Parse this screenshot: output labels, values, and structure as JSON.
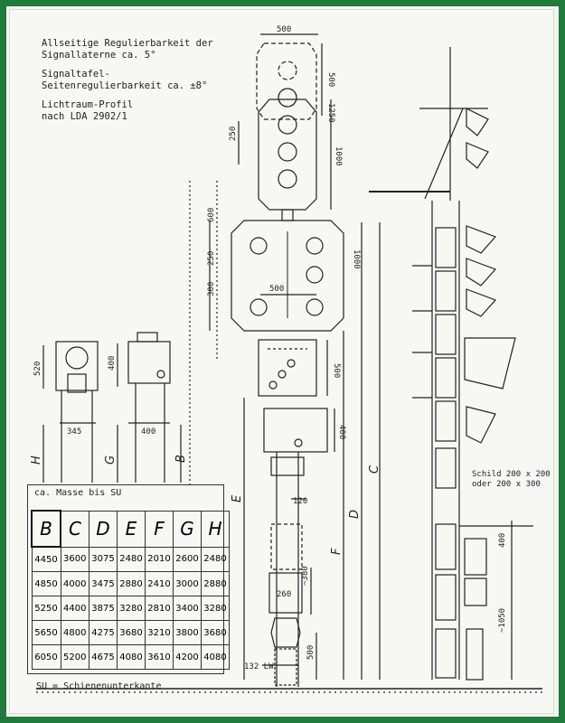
{
  "notes": {
    "line1": "Allseitige Regulierbarkeit der",
    "line2": "Signallaterne ca. 5°",
    "line3": "Signaltafel-",
    "line4": "Seitenregulierbarkeit ca. ±8°",
    "line5": "Lichtraum-Profil",
    "line6": "nach LDA 2902/1"
  },
  "dims": {
    "d500_top": "500",
    "d500_v": "500",
    "d1250": "1250",
    "d250_a": "250",
    "d1000_a": "1000",
    "d600": "600",
    "d250_b": "250",
    "d300": "300",
    "d500_b": "500",
    "d1000_b": "1000",
    "d500_c": "500",
    "d400_a": "400",
    "d520": "520",
    "d400_b": "400",
    "d345": "345",
    "d400_c": "400",
    "d120": "120",
    "d260": "260",
    "d380": "~380",
    "d132": "132 LW",
    "d500_d": "500",
    "d400_r": "400",
    "d1050": "~1050",
    "letter_E": "E",
    "letter_F": "F",
    "letter_D": "D",
    "letter_C": "C",
    "letter_H": "H",
    "letter_G": "G",
    "letter_B": "B",
    "schild1": "Schild 200 x 200",
    "schild2": "oder   200 x 300"
  },
  "table": {
    "caption": "ca. Masse bis SU",
    "headers": [
      "B",
      "C",
      "D",
      "E",
      "F",
      "G",
      "H"
    ],
    "rows": [
      [
        "4450",
        "3600",
        "3075",
        "2480",
        "2010",
        "2600",
        "2480"
      ],
      [
        "4850",
        "4000",
        "3475",
        "2880",
        "2410",
        "3000",
        "2880"
      ],
      [
        "5250",
        "4400",
        "3875",
        "3280",
        "2810",
        "3400",
        "3280"
      ],
      [
        "5650",
        "4800",
        "4275",
        "3680",
        "3210",
        "3800",
        "3680"
      ],
      [
        "6050",
        "5200",
        "4675",
        "4080",
        "3610",
        "4200",
        "4080"
      ]
    ]
  },
  "footer": "SU  = Schienenunterkante"
}
